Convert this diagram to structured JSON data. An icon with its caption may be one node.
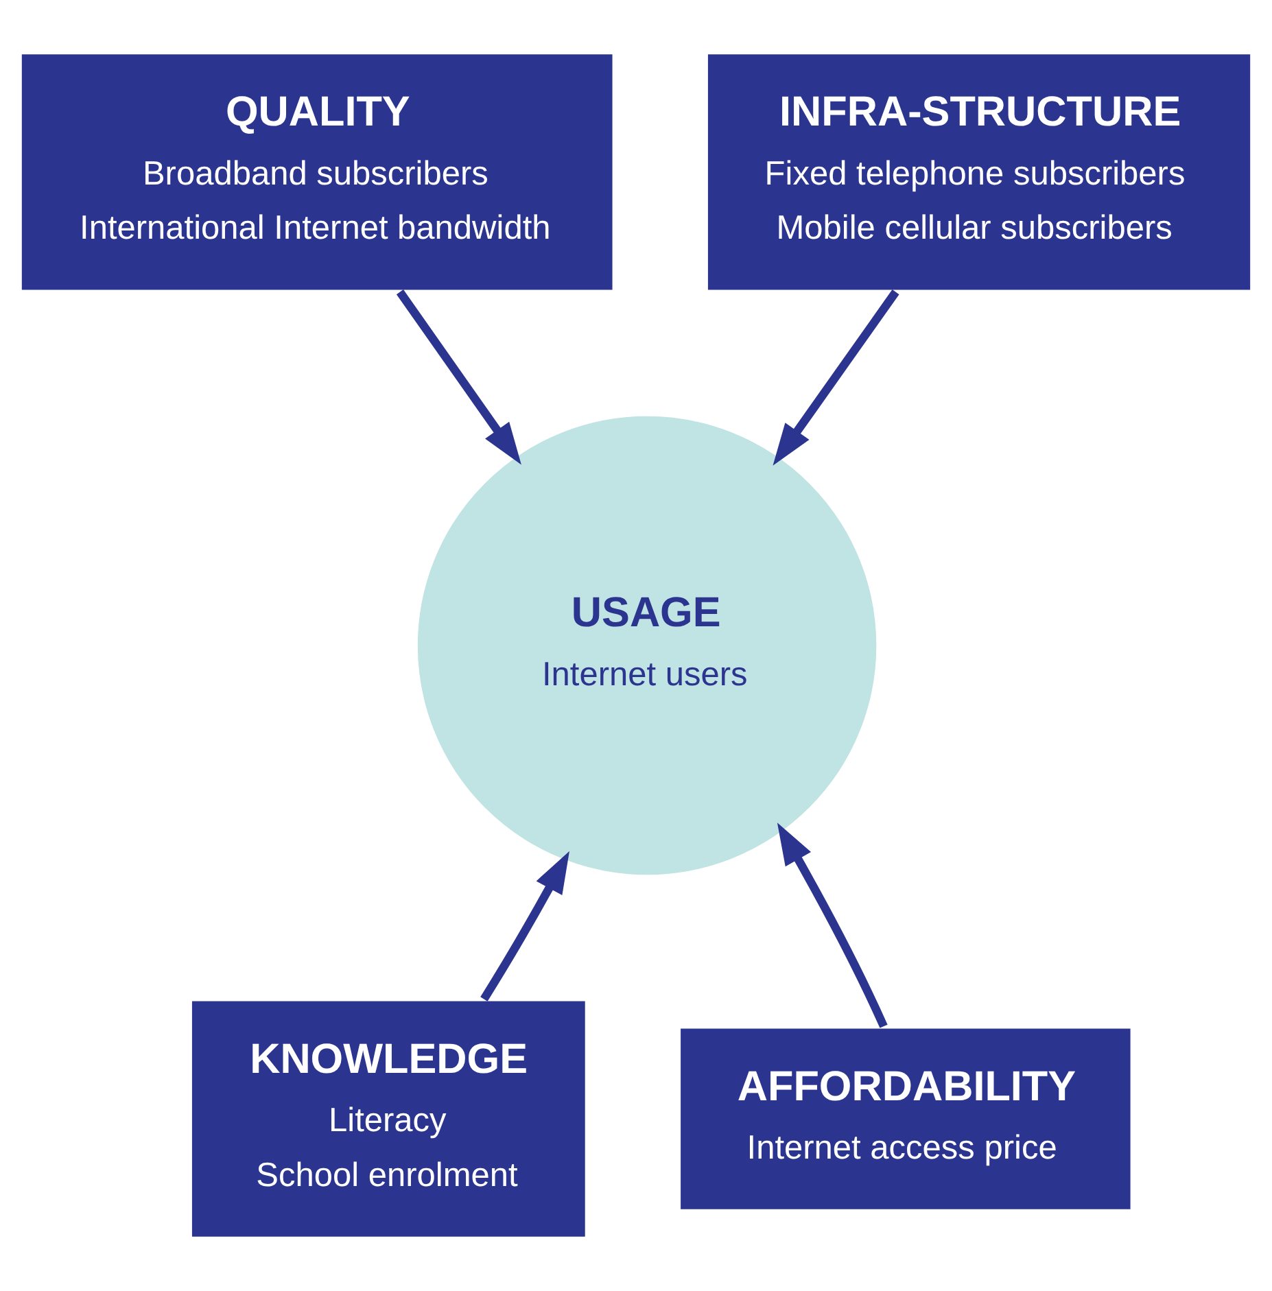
{
  "diagram": {
    "nodes": [
      {
        "text": [
          "QUALITY",
          "Broadband subscribers",
          "International Internet bandwidth"
        ]
      },
      {
        "text": [
          "INFRA-STRUCTURE",
          "Fixed telephone subscribers",
          "Mobile cellular subscribers"
        ]
      },
      {
        "text": [
          "USAGE",
          "Internet users"
        ]
      },
      {
        "text": [
          "KNOWLEDGE",
          "Literacy",
          "School enrolment"
        ]
      },
      {
        "text": [
          "AFFORDABILITY",
          "Internet access price"
        ]
      }
    ],
    "edges": [
      {
        "from": 0,
        "to": 2,
        "arrow": "to"
      },
      {
        "from": 1,
        "to": 2,
        "arrow": "to"
      },
      {
        "from": 3,
        "to": 2,
        "arrow": "to"
      },
      {
        "from": 4,
        "to": 2,
        "arrow": "to"
      }
    ]
  }
}
